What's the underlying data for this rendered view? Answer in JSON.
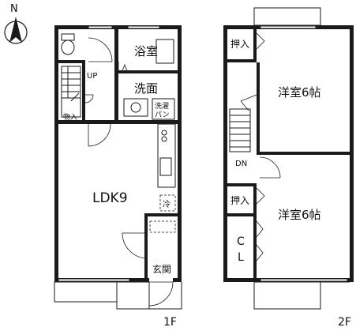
{
  "compass": {
    "label": "N"
  },
  "floor1": {
    "label": "1F",
    "rooms": {
      "bath": "浴室",
      "washroom": "洗面",
      "laundry": "洗濯パン",
      "ldk": "LDK9",
      "entrance": "玄関",
      "storage": "物入",
      "up": "UP",
      "fridge": "冷"
    }
  },
  "floor2": {
    "label": "2F",
    "rooms": {
      "closet_top": "押入",
      "room_top": "洋室6帖",
      "down": "DN",
      "closet_bottom": "押入",
      "room_bottom": "洋室6帖",
      "cl": "CL"
    }
  }
}
